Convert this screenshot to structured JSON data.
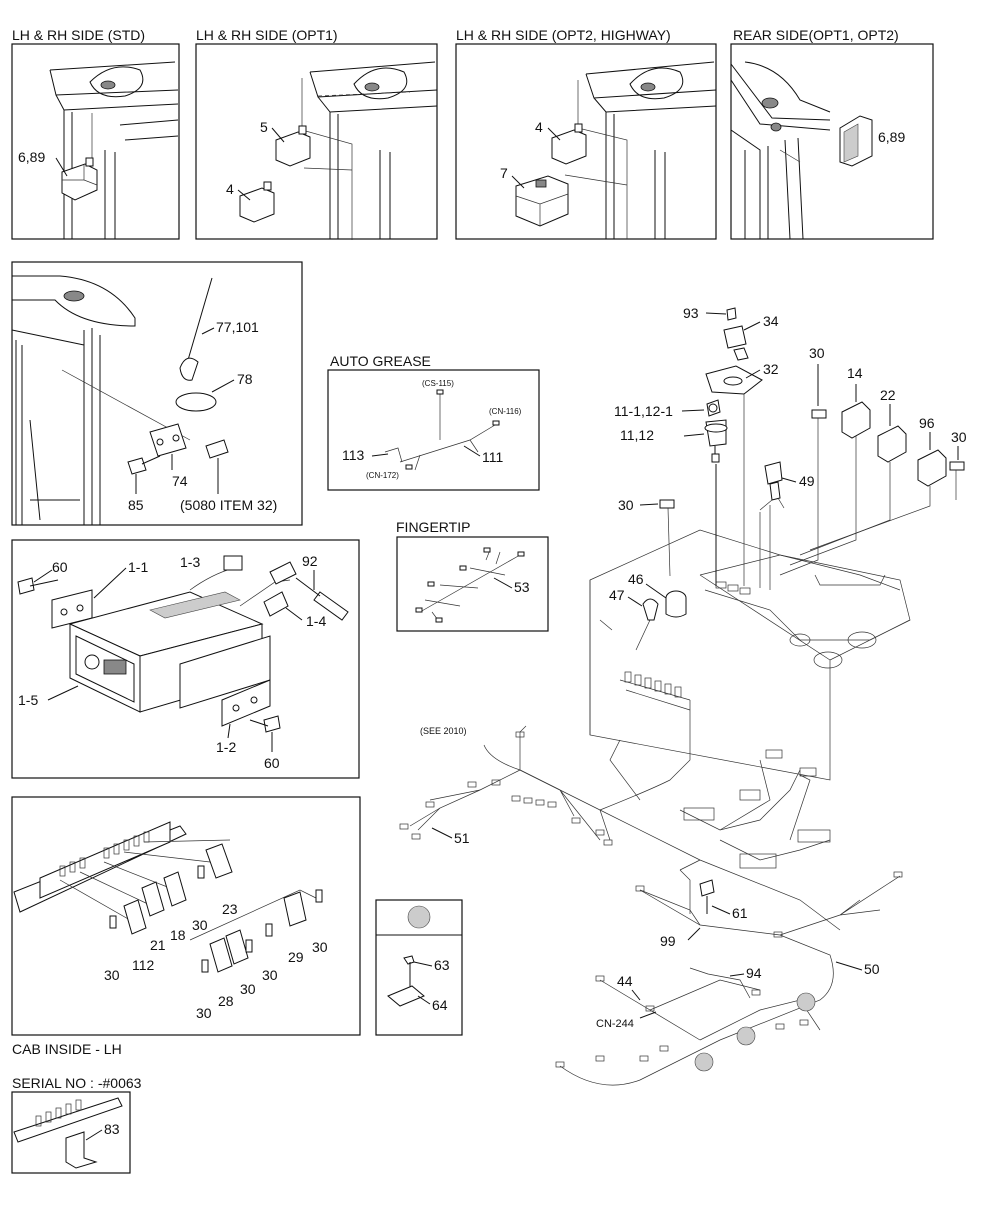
{
  "panels": {
    "std": {
      "title": "LH & RH SIDE  (STD)",
      "labels": [
        "6,89"
      ]
    },
    "opt1": {
      "title": "LH & RH SIDE (OPT1)",
      "labels": [
        "5",
        "4"
      ]
    },
    "opt2": {
      "title": "LH & RH SIDE (OPT2, HIGHWAY)",
      "labels": [
        "4",
        "7"
      ]
    },
    "rear": {
      "title": "REAR SIDE(OPT1, OPT2)",
      "labels": [
        "6,89"
      ]
    },
    "antenna": {
      "labels": [
        "77,101",
        "78",
        "74",
        "85",
        "(5080 ITEM 32)"
      ]
    },
    "autogrease": {
      "title": "AUTO GREASE",
      "labels": [
        "(CS-115)",
        "(CN-116)",
        "113",
        "(CN-172)",
        "111"
      ]
    },
    "radio": {
      "labels": [
        "60",
        "1-1",
        "1-3",
        "92",
        "1-4",
        "1-5",
        "1-2",
        "60"
      ]
    },
    "fingertip": {
      "title": "FINGERTIP",
      "labels": [
        "53"
      ]
    },
    "cab_inside": {
      "title": "CAB INSIDE - LH",
      "labels": [
        "23",
        "30",
        "18",
        "21",
        "30",
        "112",
        "29",
        "30",
        "30",
        "28",
        "30",
        "30"
      ]
    },
    "bolt": {
      "labels": [
        "63",
        "64"
      ]
    },
    "serial": {
      "title": "SERIAL NO : -#0063",
      "labels": [
        "83"
      ]
    },
    "main": {
      "labels": [
        "93",
        "34",
        "32",
        "30",
        "14",
        "22",
        "96",
        "30",
        "11-1,12-1",
        "11,12",
        "49",
        "30",
        "46",
        "47",
        "(SEE 2010)",
        "51",
        "61",
        "99",
        "94",
        "44",
        "CN-244",
        "50"
      ]
    }
  }
}
